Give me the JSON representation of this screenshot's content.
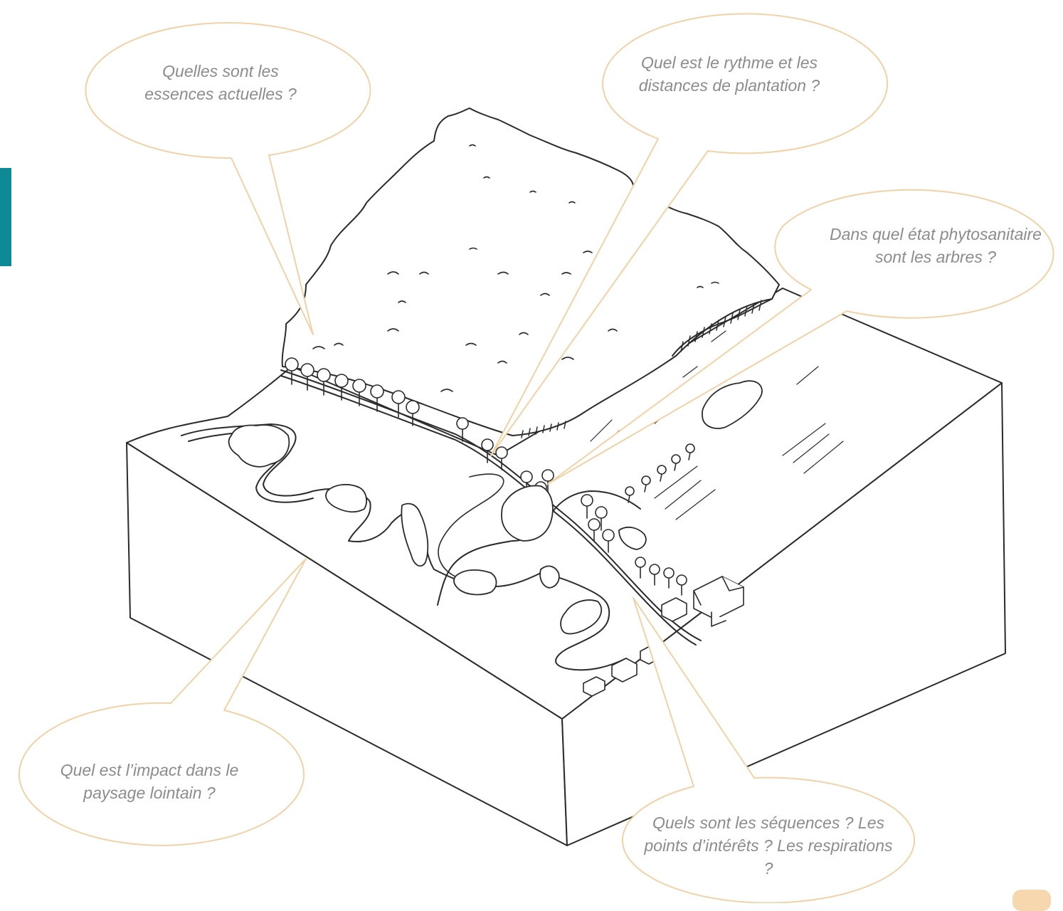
{
  "questions": {
    "essences": "Quelles sont les essences actuelles ?",
    "rythme": "Quel est le rythme et les distances de plantation ?",
    "etat": "Dans quel état phytosanitaire sont les arbres ?",
    "impact": "Quel est l’impact dans le paysage lointain ?",
    "sequences": "Quels sont les séquences ? Les points d’intérêts ? Les respirations ?"
  },
  "colors": {
    "bubble_stroke": "#f1d2a6",
    "text": "#8c8c8c",
    "sketch": "#2b2b2b",
    "side_tab": "#0e8a96",
    "page_badge": "#f6d7ae"
  }
}
